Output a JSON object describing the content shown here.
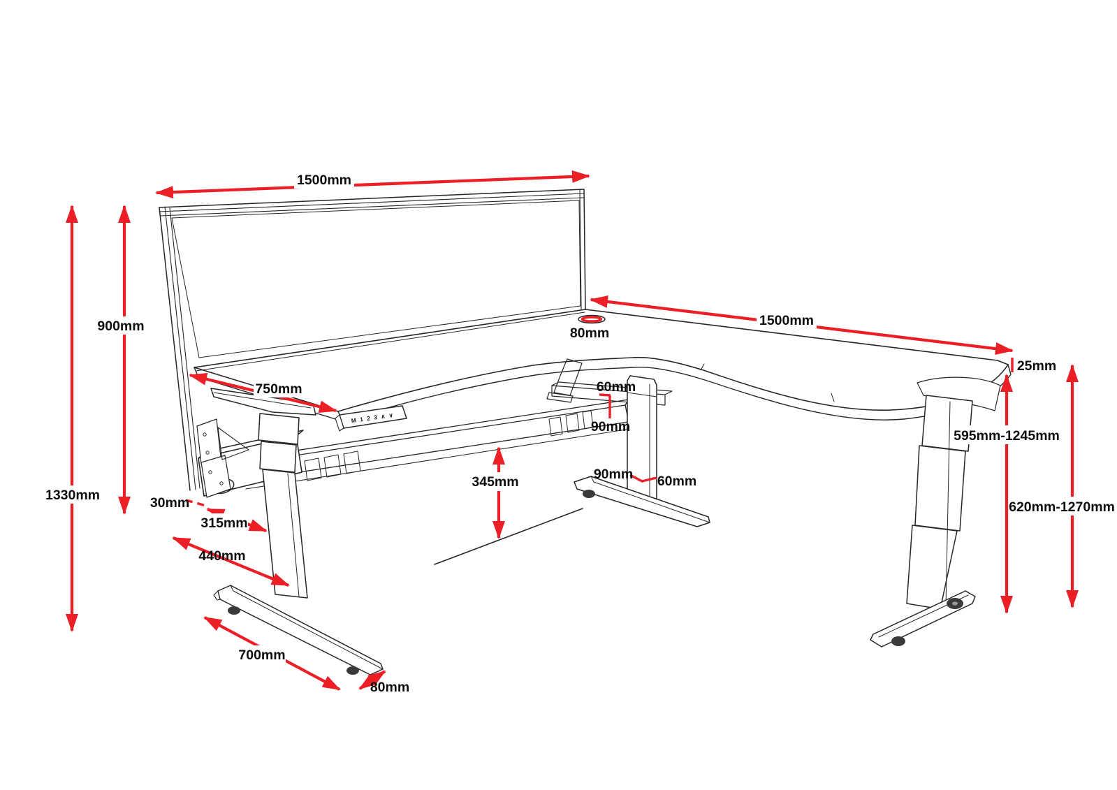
{
  "colors": {
    "dimension_red": "#EC1F27",
    "line_black": "#262626",
    "background": "#FFFFFF"
  },
  "labels": {
    "screen_width": "1500mm",
    "desk_right_width": "1500mm",
    "screen_height": "900mm",
    "overall_height": "1330mm",
    "desk_depth": "750mm",
    "grommet_width": "80mm",
    "desktop_thickness": "25mm",
    "frame_height_range": "595mm-1245mm",
    "desktop_height_range": "620mm-1270mm",
    "tray_lip_height": "60mm",
    "tray_gap_height": "90mm",
    "column_depth": "90mm",
    "column_width": "60mm",
    "under_beam_clearance": "345mm",
    "screen_gap": "30mm",
    "bracket_to_leg": "315mm",
    "edge_to_leg": "440mm",
    "foot_length": "700mm",
    "foot_width": "80mm"
  },
  "control_pad": {
    "buttons": "M 1 2 3 ∧ ∨"
  }
}
